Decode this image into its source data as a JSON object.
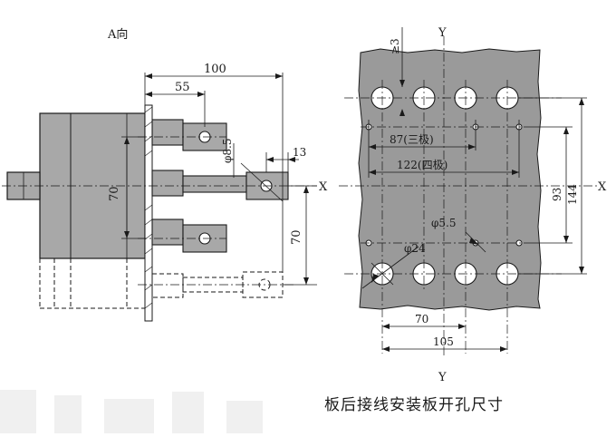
{
  "labels": {
    "view_a": "A向",
    "dim_100": "100",
    "dim_55": "55",
    "dim_phi85": "φ8.5",
    "dim_13": "13",
    "dim_70_left": "70",
    "dim_70_right": "70",
    "axis_x_left": "X",
    "axis_x_right": "X",
    "axis_y_top": "Y",
    "axis_y_bottom": "Y",
    "dim_ge3": "≥3",
    "dim_87": "87(三极)",
    "dim_122": "122(四极)",
    "dim_phi55": "φ5.5",
    "dim_phi24": "φ24",
    "dim_93": "93",
    "dim_144": "144",
    "dim_70_bottom": "70",
    "dim_105": "105"
  },
  "caption": "板后接线安装板开孔尺寸",
  "colors": {
    "panel_fill": "#9a9a9a",
    "body_fill": "#a8a8a8",
    "line": "#1a1a1a"
  }
}
